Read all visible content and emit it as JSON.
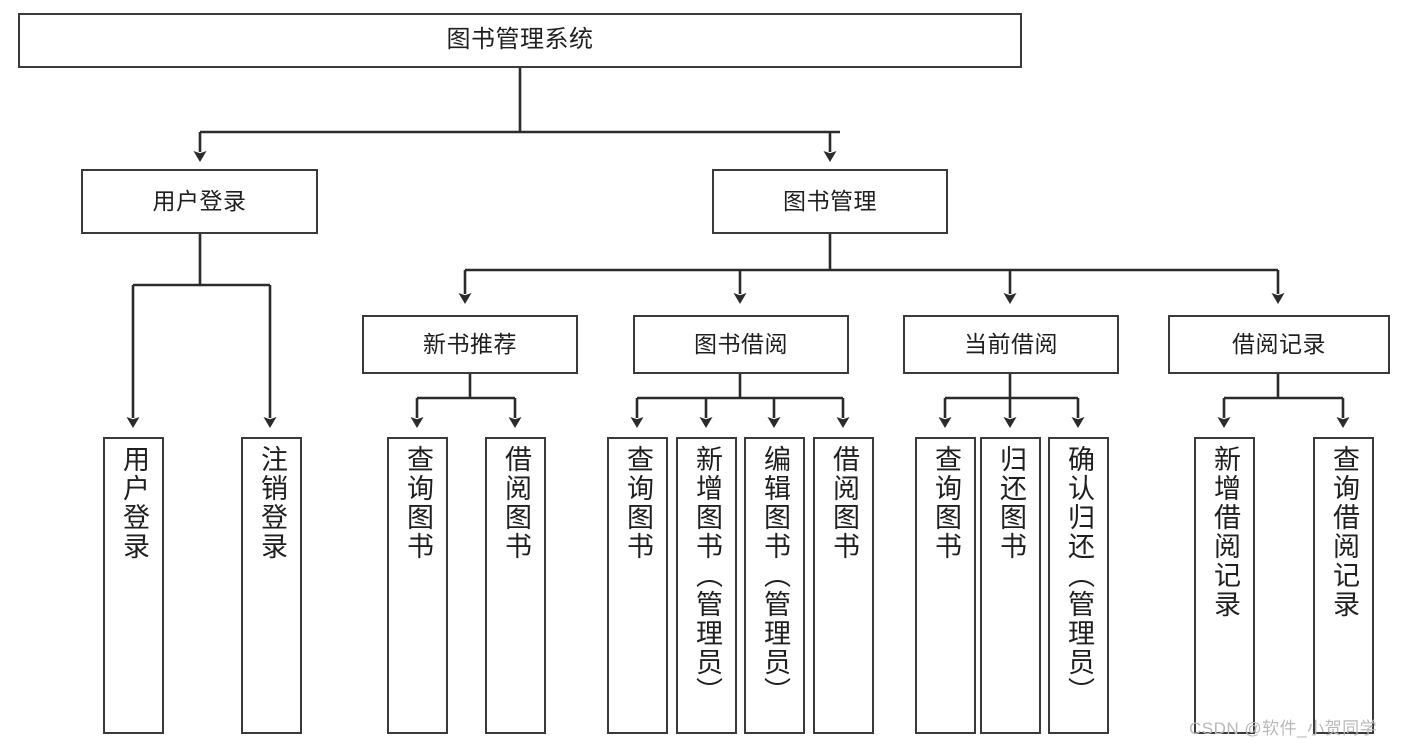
{
  "diagram": {
    "type": "tree-hierarchy",
    "title": "图书管理系统",
    "root": {
      "id": "root",
      "label": "图书管理系统"
    },
    "level2": [
      {
        "id": "user-login",
        "label": "用户登录"
      },
      {
        "id": "book-management",
        "label": "图书管理"
      }
    ],
    "level3": [
      {
        "id": "new-book-recommend",
        "label": "新书推荐",
        "parent": "book-management"
      },
      {
        "id": "book-borrow",
        "label": "图书借阅",
        "parent": "book-management"
      },
      {
        "id": "current-borrow",
        "label": "当前借阅",
        "parent": "book-management"
      },
      {
        "id": "borrow-record",
        "label": "借阅记录",
        "parent": "book-management"
      }
    ],
    "leaves": {
      "user_login": [
        {
          "id": "leaf-user-login",
          "label": "用户登录"
        },
        {
          "id": "leaf-user-logout",
          "label": "注销登录"
        }
      ],
      "new_book_recommend": [
        {
          "id": "leaf-query-book-1",
          "label": "查询图书"
        },
        {
          "id": "leaf-borrow-book-1",
          "label": "借阅图书"
        }
      ],
      "book_borrow": [
        {
          "id": "leaf-query-book-2",
          "label": "查询图书"
        },
        {
          "id": "leaf-add-book",
          "label": "新增图书（管理员）"
        },
        {
          "id": "leaf-edit-book",
          "label": "编辑图书（管理员）"
        },
        {
          "id": "leaf-borrow-book-2",
          "label": "借阅图书"
        }
      ],
      "current_borrow": [
        {
          "id": "leaf-query-book-3",
          "label": "查询图书"
        },
        {
          "id": "leaf-return-book",
          "label": "归还图书"
        },
        {
          "id": "leaf-confirm-return",
          "label": "确认归还（管理员）"
        }
      ],
      "borrow_record": [
        {
          "id": "leaf-add-borrow-record",
          "label": "新增借阅记录"
        },
        {
          "id": "leaf-query-borrow-record",
          "label": "查询借阅记录"
        }
      ]
    },
    "colors": {
      "box_border": "#3a3a3a",
      "box_fill": "#ffffff",
      "connector": "#2b2b2b",
      "text": "#1f1f1f",
      "watermark": "#b9b9b9"
    }
  },
  "watermark": {
    "text": "CSDN @软件_小贺同学"
  }
}
